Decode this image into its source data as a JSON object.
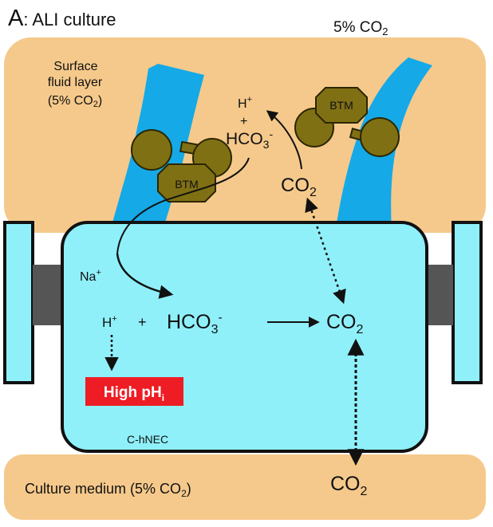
{
  "header": {
    "panel_letter": "A",
    "panel_rest": ": ALI culture",
    "co2_top_prefix": "5% CO",
    "co2_top_sub": "2"
  },
  "surface": {
    "line1": "Surface",
    "line2": "fluid layer",
    "line3_prefix": "(5% CO",
    "line3_sub": "2",
    "line3_suffix": ")"
  },
  "btm_label": "BTM",
  "apical": {
    "h_plus": "H",
    "plus_sign": "+",
    "plus": "+",
    "hco3_main": "HCO",
    "hco3_sub": "3",
    "hco3_sup": "-",
    "co2_main": "CO",
    "co2_sub": "2"
  },
  "cell": {
    "na_main": "Na",
    "na_sup": "+",
    "h_main": "H",
    "h_sup": "+",
    "plus": "+",
    "hco3_main": "HCO",
    "hco3_sub": "3",
    "hco3_sup": "-",
    "co2_main": "CO",
    "co2_sub": "2",
    "high_ph_main": "High pH",
    "high_ph_sub": "i",
    "cell_label": "C-hNEC"
  },
  "medium": {
    "label_prefix": "Culture medium (5% CO",
    "label_sub": "2",
    "label_suffix": ")",
    "co2_main": "CO",
    "co2_sub": "2"
  },
  "colors": {
    "fluid": "#f5c98b",
    "cell": "#8ff0fa",
    "cilia": "#15a9e8",
    "btm": "#807014",
    "btm_stroke": "#2b2600",
    "junction": "#555555",
    "high_ph": "#ee1c24"
  }
}
